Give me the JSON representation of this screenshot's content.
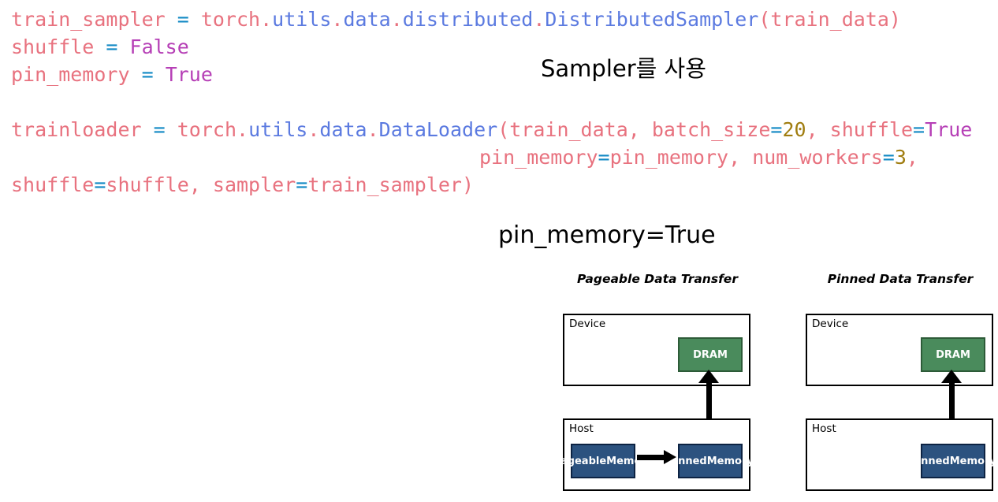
{
  "code": {
    "lines": [
      {
        "id": "line-train-sampler",
        "tokens": [
          {
            "t": "train_sampler ",
            "c": "c-var"
          },
          {
            "t": "= ",
            "c": "c-op"
          },
          {
            "t": "torch",
            "c": "c-var"
          },
          {
            "t": ".",
            "c": "c-dot"
          },
          {
            "t": "utils",
            "c": "c-mod"
          },
          {
            "t": ".",
            "c": "c-dot"
          },
          {
            "t": "data",
            "c": "c-mod"
          },
          {
            "t": ".",
            "c": "c-dot"
          },
          {
            "t": "distributed",
            "c": "c-mod"
          },
          {
            "t": ".",
            "c": "c-dot"
          },
          {
            "t": "DistributedSampler",
            "c": "c-mod"
          },
          {
            "t": "(",
            "c": "c-punc"
          },
          {
            "t": "train_data",
            "c": "c-var"
          },
          {
            "t": ")",
            "c": "c-punc"
          }
        ]
      },
      {
        "id": "line-shuffle",
        "tokens": [
          {
            "t": "shuffle ",
            "c": "c-var"
          },
          {
            "t": "= ",
            "c": "c-op"
          },
          {
            "t": "False",
            "c": "c-bool"
          }
        ]
      },
      {
        "id": "line-pin-memory",
        "tokens": [
          {
            "t": "pin_memory ",
            "c": "c-var"
          },
          {
            "t": "= ",
            "c": "c-op"
          },
          {
            "t": "True",
            "c": "c-bool"
          }
        ]
      },
      {
        "id": "line-trainloader",
        "tokens": [
          {
            "t": "trainloader ",
            "c": "c-var"
          },
          {
            "t": "= ",
            "c": "c-op"
          },
          {
            "t": "torch",
            "c": "c-var"
          },
          {
            "t": ".",
            "c": "c-dot"
          },
          {
            "t": "utils",
            "c": "c-mod"
          },
          {
            "t": ".",
            "c": "c-dot"
          },
          {
            "t": "data",
            "c": "c-mod"
          },
          {
            "t": ".",
            "c": "c-dot"
          },
          {
            "t": "DataLoader",
            "c": "c-mod"
          },
          {
            "t": "(",
            "c": "c-punc"
          },
          {
            "t": "train_data",
            "c": "c-var"
          },
          {
            "t": ", ",
            "c": "c-punc"
          },
          {
            "t": "batch_size",
            "c": "c-var"
          },
          {
            "t": "=",
            "c": "c-op"
          },
          {
            "t": "20",
            "c": "c-num"
          },
          {
            "t": ", ",
            "c": "c-punc"
          },
          {
            "t": "shuffle",
            "c": "c-var"
          },
          {
            "t": "=",
            "c": "c-op"
          },
          {
            "t": "True",
            "c": "c-bool"
          }
        ]
      },
      {
        "id": "line-pinmemory-arg",
        "tokens": [
          {
            "t": "pin_memory",
            "c": "c-var"
          },
          {
            "t": "=",
            "c": "c-op"
          },
          {
            "t": "pin_memory",
            "c": "c-var"
          },
          {
            "t": ", ",
            "c": "c-punc"
          },
          {
            "t": "num_workers",
            "c": "c-var"
          },
          {
            "t": "=",
            "c": "c-op"
          },
          {
            "t": "3",
            "c": "c-num"
          },
          {
            "t": ",",
            "c": "c-punc"
          }
        ]
      },
      {
        "id": "line-sampler-arg",
        "tokens": [
          {
            "t": "shuffle",
            "c": "c-var"
          },
          {
            "t": "=",
            "c": "c-op"
          },
          {
            "t": "shuffle",
            "c": "c-var"
          },
          {
            "t": ", ",
            "c": "c-punc"
          },
          {
            "t": "sampler",
            "c": "c-var"
          },
          {
            "t": "=",
            "c": "c-op"
          },
          {
            "t": "train_sampler",
            "c": "c-var"
          },
          {
            "t": ")",
            "c": "c-punc"
          }
        ]
      }
    ]
  },
  "annotations": {
    "sampler_note": "Sampler를 사용",
    "pin_memory_note": "pin_memory=True"
  },
  "diagrams": [
    {
      "id": "pageable",
      "title": "Pageable Data Transfer",
      "device_label": "Device",
      "host_label": "Host",
      "device_block": "DRAM",
      "host_blocks": [
        "Pageable Memory",
        "Pinned Memory"
      ],
      "has_pageable": true,
      "colors": {
        "dram": "#4a8b5c",
        "memory": "#2c527f"
      }
    },
    {
      "id": "pinned",
      "title": "Pinned Data Transfer",
      "device_label": "Device",
      "host_label": "Host",
      "device_block": "DRAM",
      "host_blocks": [
        "Pinned Memory"
      ],
      "has_pageable": false,
      "colors": {
        "dram": "#4a8b5c",
        "memory": "#2c527f"
      }
    }
  ],
  "theme": {
    "background": "#ffffff",
    "code_variable": "#e8727f",
    "code_module": "#5b7ae0",
    "code_operator": "#1289c4",
    "code_boolean": "#b63fb6",
    "code_number": "#a07d10",
    "text": "#000000"
  }
}
